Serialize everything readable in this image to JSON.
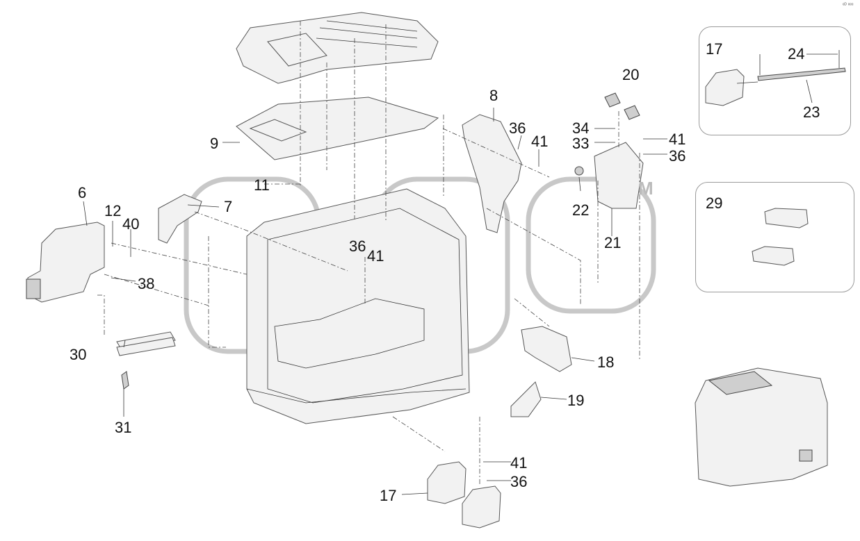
{
  "corner_mark": "ᵉᴰ ᵉᵉᵉ",
  "watermark_letter": "M",
  "callouts": {
    "c6": "6",
    "c7": "7",
    "c8": "8",
    "c9": "9",
    "c11": "11",
    "c12": "12",
    "c17a": "17",
    "c17b": "17",
    "c18": "18",
    "c19": "19",
    "c20": "20",
    "c21": "21",
    "c22": "22",
    "c23": "23",
    "c24": "24",
    "c29": "29",
    "c30": "30",
    "c31": "31",
    "c33": "33",
    "c34": "34",
    "c36a": "36",
    "c36b": "36",
    "c36c": "36",
    "c36d": "36",
    "c38": "38",
    "c40": "40",
    "c41a": "41",
    "c41b": "41",
    "c41c": "41",
    "c41d": "41"
  }
}
